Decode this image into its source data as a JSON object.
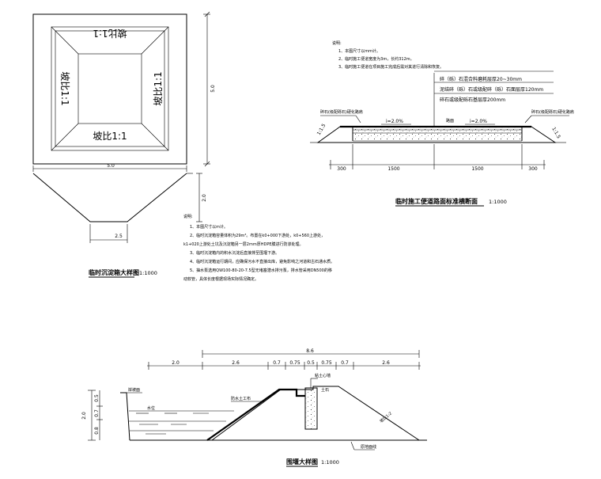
{
  "basin": {
    "slope_top": "坡比1:1",
    "slope_left": "坡比1:1",
    "slope_right": "坡比1:1",
    "slope_bottom": "坡比1:1",
    "dim_height": "5.0",
    "dim_width": "5.0",
    "dim_depth": "2.0",
    "dim_bottom": "2.5",
    "title": "临时沉淀箱大样图",
    "scale": "1:1000",
    "notes_heading": "说明:",
    "notes": [
      "1、本图尺寸以m计。",
      "2、临时沉淀箱容量体积为29m³。布置在k0+000下游处，k0+560上游处，",
      "k1+020上游处土坑及沉淀箱另一层2mm厚HDPE膜进行防渗处理。",
      "3、临时沉淀箱内的积水沉淀后直接排至围堰下游。",
      "4、临时沉淀箱运行期间，应确保污水不直接出库，避免影响之河道和古石通水质。",
      "5、抽水泵选用QW100-80-20-7.5型无堵塞潜水排污泵，排水管采用DN500的移",
      "动软管，具体长度根据现场实际情况确定。"
    ]
  },
  "road": {
    "notes_heading": "说明:",
    "notes": [
      "1、本图尺寸以mm计。",
      "2、临时施工便道宽度为3m，长约312m。",
      "3、临时施工便道在项目施工完成后需对其进行清除和恢复。"
    ],
    "layer1": "碎（砾）石混合料磨耗层厚20~30mm",
    "layer2": "泥结碎（砾）石或级配碎（砾）石面层厚120mm",
    "layer3": "碎石或级配砾石基层厚200mm",
    "shoulder_left": "碎石(级配砾石)硬化路肩",
    "shoulder_right": "碎石(级配砾石)硬化路肩",
    "road_center": "路面",
    "grade_left": "i=2.0%",
    "grade_right": "i=2.0%",
    "slope_left": "1:1.5",
    "slope_right": "1:1.5",
    "dims": [
      "300",
      "1500",
      "1500",
      "300"
    ],
    "title": "临时施工便道路面标准横断面",
    "scale": "1:1000"
  },
  "cofferdam": {
    "dim_total": "8.6",
    "dims": [
      "2.0",
      "2.6",
      "0.7",
      "0.75",
      "0.5",
      "0.75",
      "0.7",
      "2.6"
    ],
    "dim_left": [
      "2.0",
      "0.5",
      "0.7",
      "0.8"
    ],
    "label_left_bank": "岸坡面",
    "label_water": "水位",
    "label_membrane": "防水土工布",
    "label_sandbag": "粘土心墙",
    "label_fill": "土石",
    "label_slope": "坡比1:2",
    "label_base": "原地面线",
    "title": "围堰大样图",
    "scale": "1:1000"
  }
}
